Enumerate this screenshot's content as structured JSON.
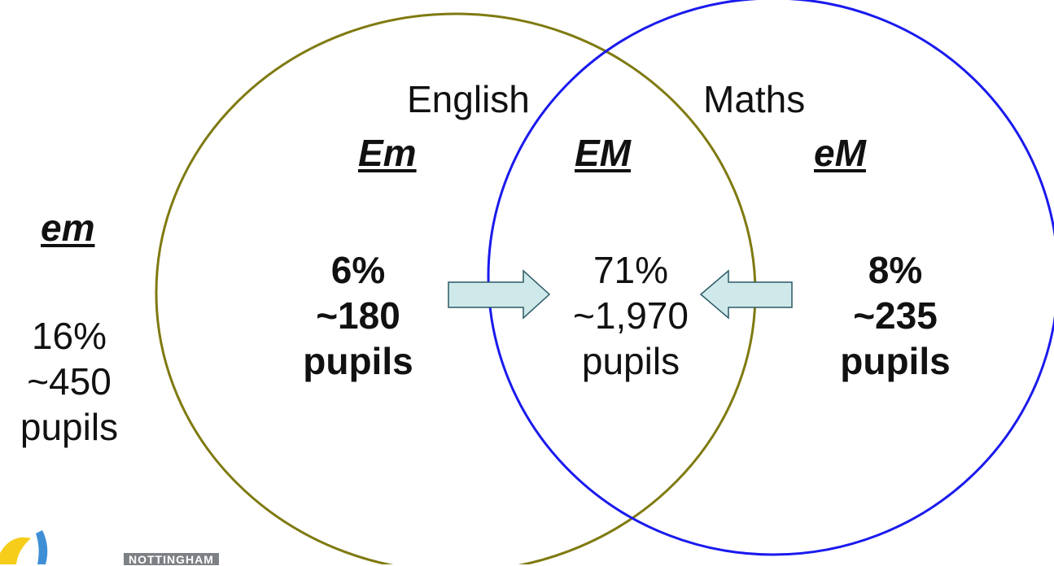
{
  "labels": {
    "english": "English",
    "maths": "Maths"
  },
  "regions": {
    "em": {
      "code": "em",
      "percent": "16%",
      "count": "~450",
      "unit": "pupils"
    },
    "Em": {
      "code": "Em",
      "percent": "6%",
      "count": "~180",
      "unit": "pupils"
    },
    "EM": {
      "code": "EM",
      "percent": "71%",
      "count": "~1,970",
      "unit": "pupils"
    },
    "eM": {
      "code": "eM",
      "percent": "8%",
      "count": "~235",
      "unit": "pupils"
    }
  },
  "logo": {
    "text": "NOTTINGHAM"
  },
  "colors": {
    "english_circle": "#7f7a10",
    "maths_circle": "#1a1aee",
    "arrow_fill": "#cfe8ea",
    "arrow_stroke": "#2a5a66",
    "logo_yellow": "#f6cd1b",
    "logo_blue": "#3f8fd6"
  }
}
